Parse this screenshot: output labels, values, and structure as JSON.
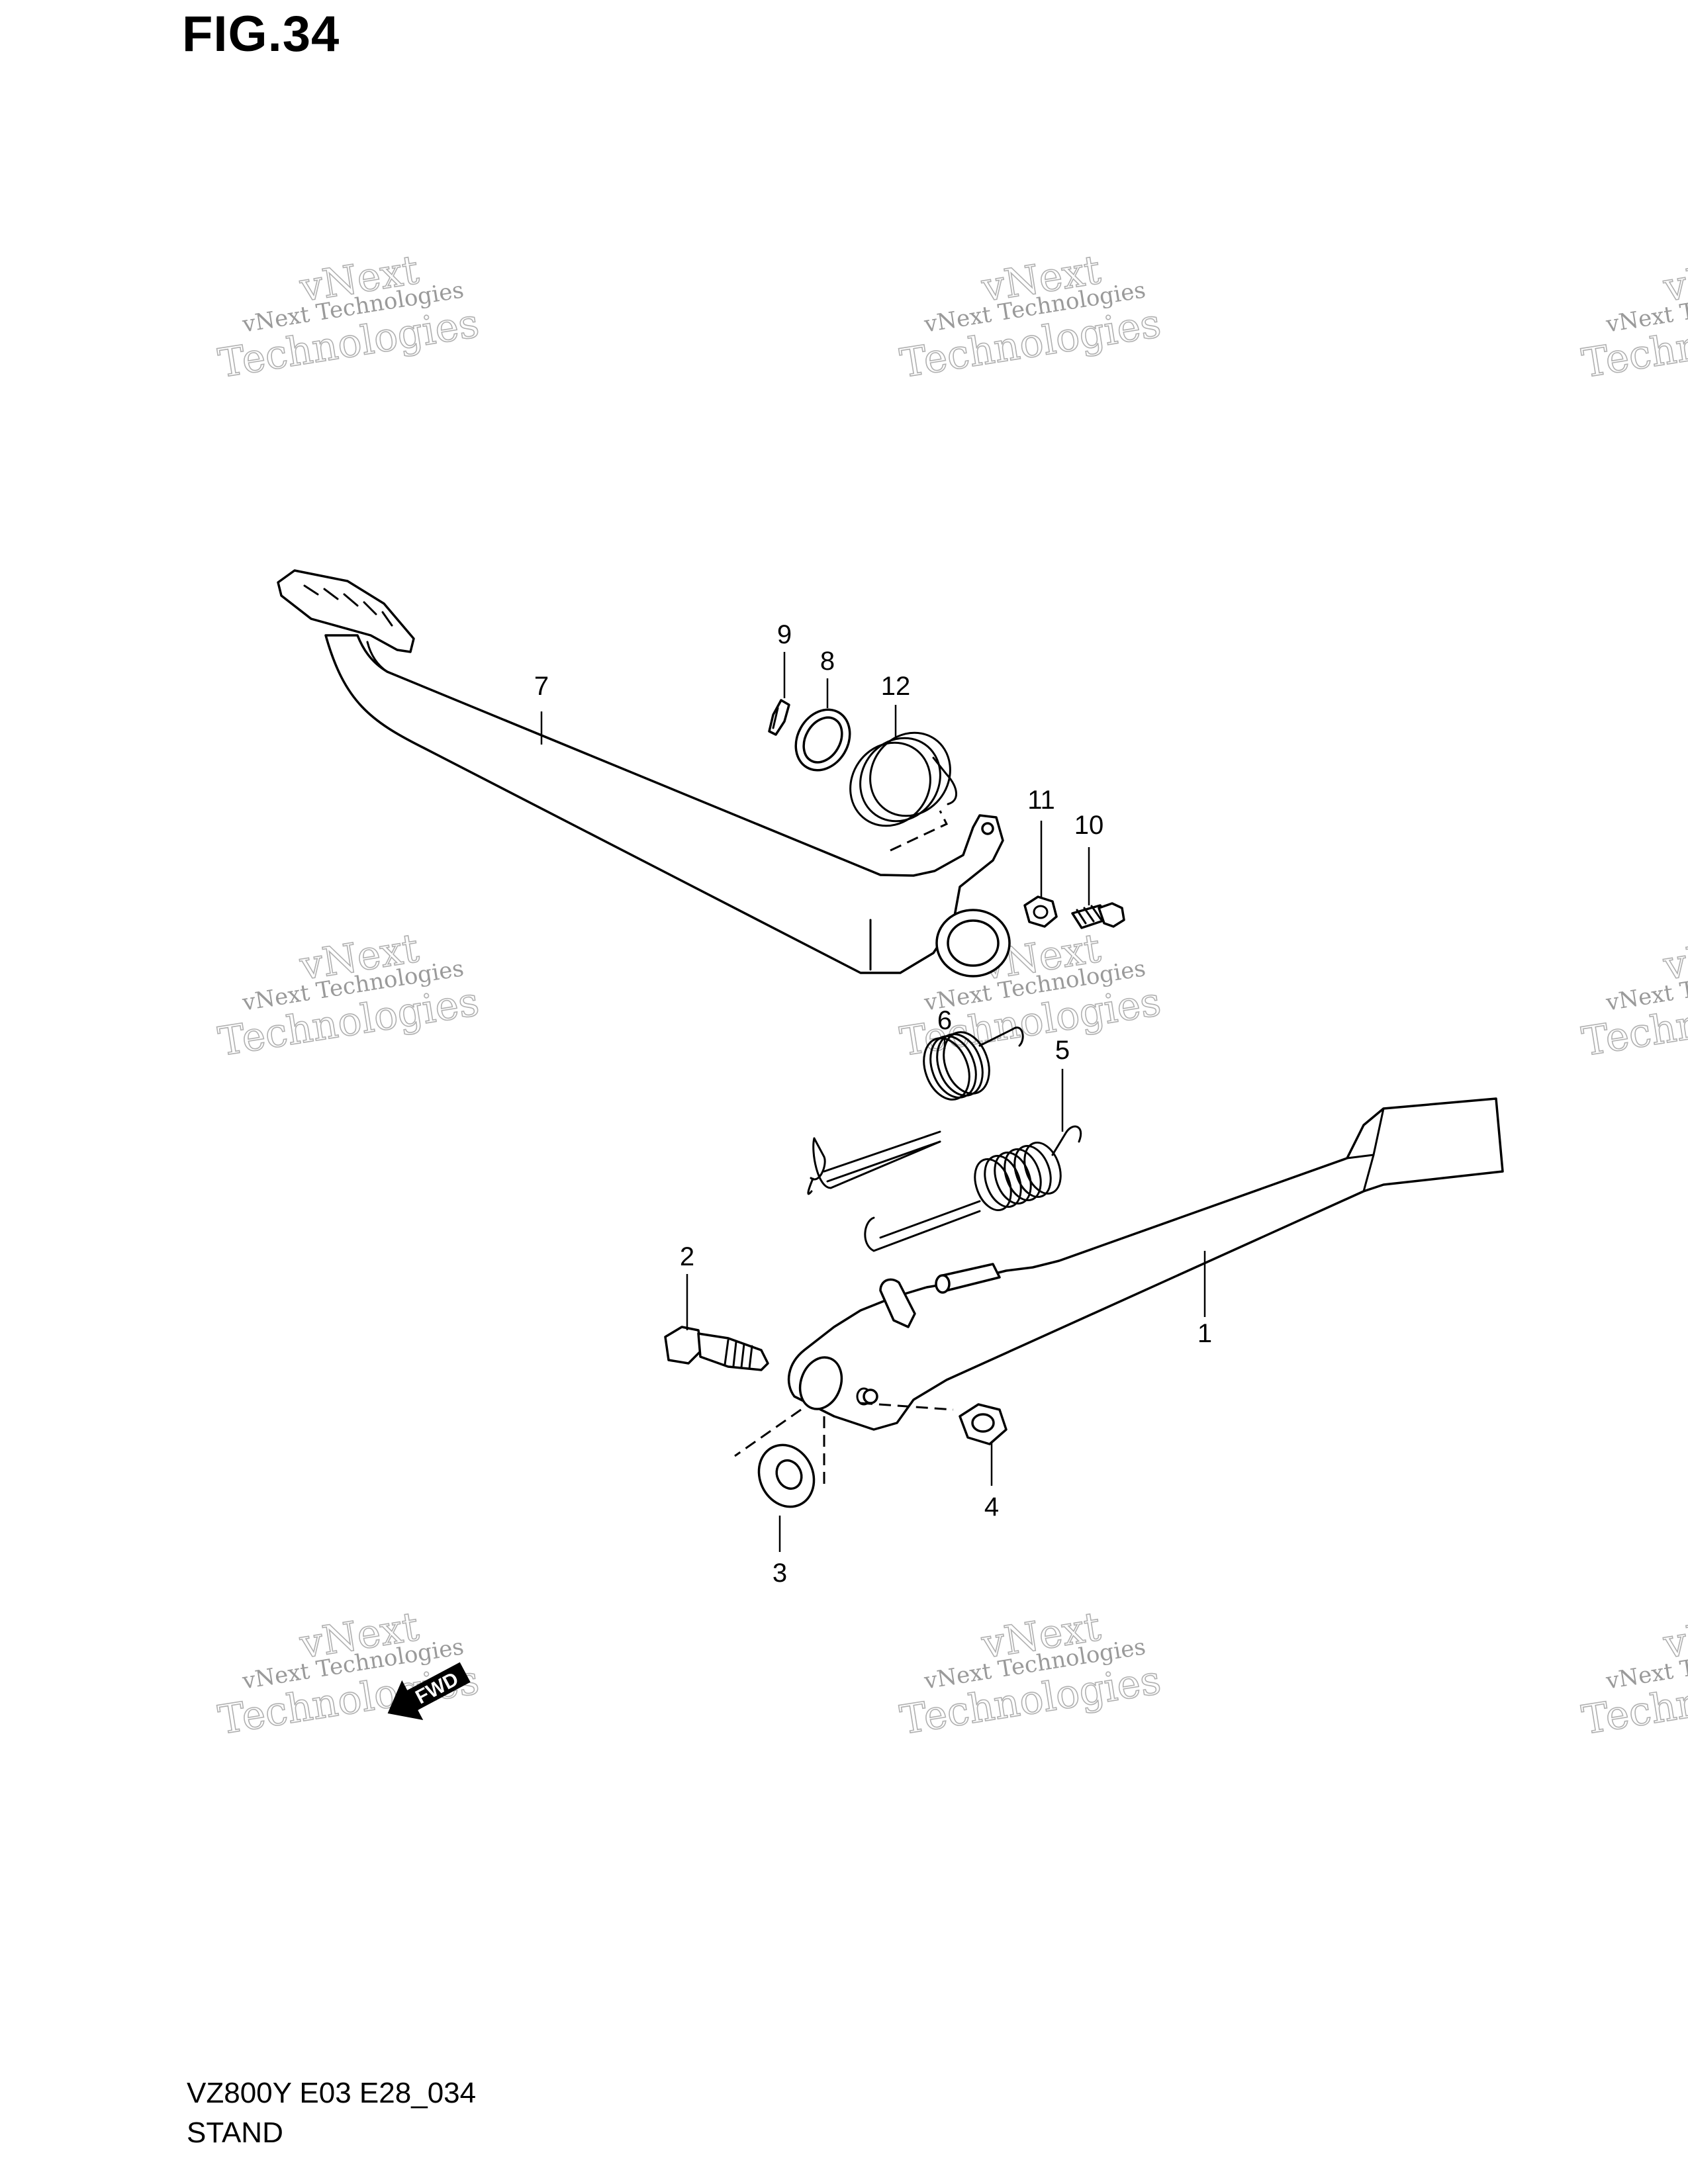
{
  "figure": {
    "title": "FIG.34",
    "model_code": "VZ800Y E03 E28_034",
    "section": "STAND"
  },
  "callouts": [
    {
      "id": "1",
      "label": "1"
    },
    {
      "id": "2",
      "label": "2"
    },
    {
      "id": "3",
      "label": "3"
    },
    {
      "id": "4",
      "label": "4"
    },
    {
      "id": "5",
      "label": "5"
    },
    {
      "id": "6",
      "label": "6"
    },
    {
      "id": "7",
      "label": "7"
    },
    {
      "id": "8",
      "label": "8"
    },
    {
      "id": "9",
      "label": "9"
    },
    {
      "id": "10",
      "label": "10"
    },
    {
      "id": "11",
      "label": "11"
    },
    {
      "id": "12",
      "label": "12"
    }
  ],
  "watermark": {
    "line1": "vNext Technologies",
    "line2": "vNext",
    "line3": "Technologies"
  },
  "direction_marker": {
    "label": "FWD",
    "icon": "forward-arrow-icon"
  }
}
